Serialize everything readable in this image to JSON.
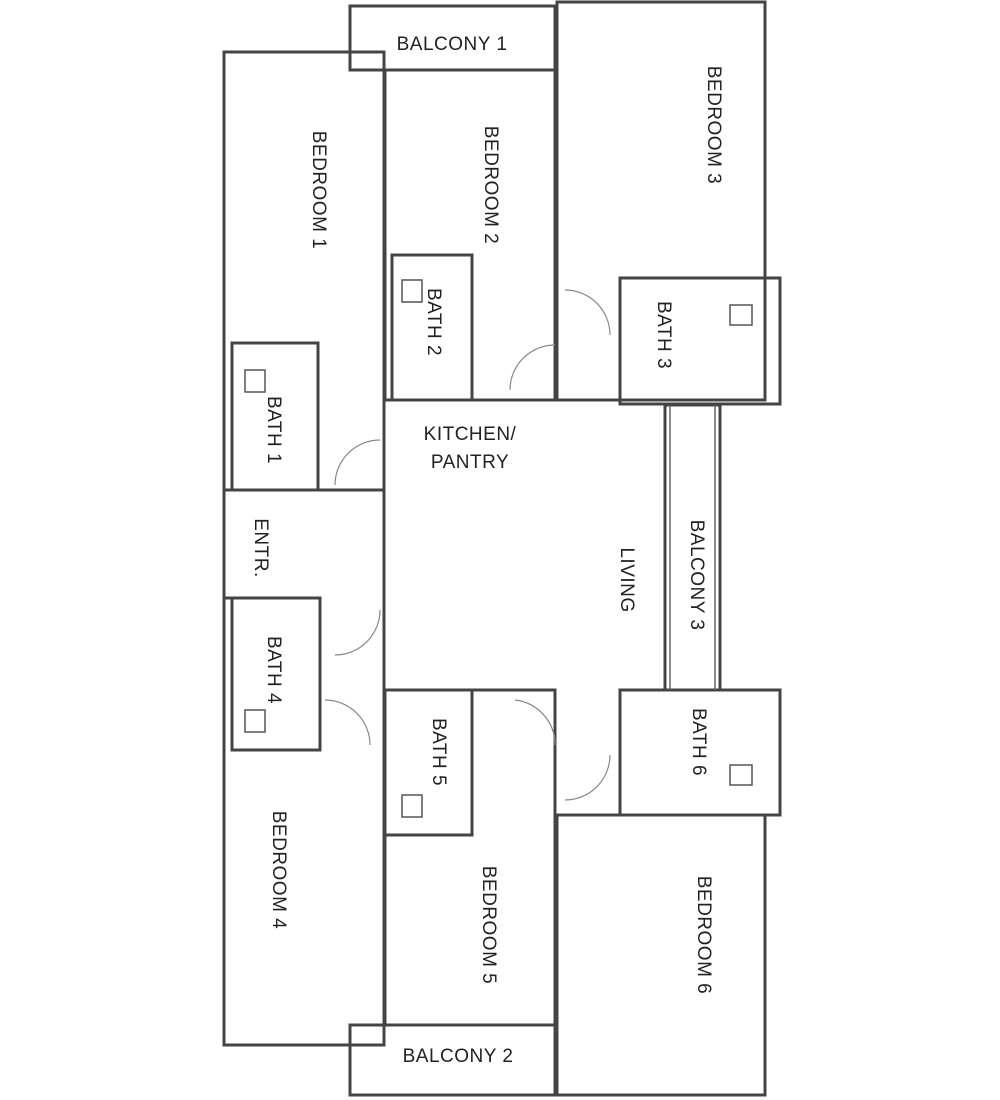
{
  "plan": {
    "rooms": {
      "balcony1": "BALCONY 1",
      "balcony2": "BALCONY 2",
      "balcony3": "BALCONY 3",
      "bedroom1": "BEDROOM 1",
      "bedroom2": "BEDROOM 2",
      "bedroom3": "BEDROOM 3",
      "bedroom4": "BEDROOM 4",
      "bedroom5": "BEDROOM 5",
      "bedroom6": "BEDROOM 6",
      "bath1": "BATH 1",
      "bath2": "BATH 2",
      "bath3": "BATH 3",
      "bath4": "BATH 4",
      "bath5": "BATH 5",
      "bath6": "BATH 6",
      "kitchen_line1": "KITCHEN/",
      "kitchen_line2": "PANTRY",
      "entrance": "ENTR.",
      "living": "LIVING"
    }
  }
}
